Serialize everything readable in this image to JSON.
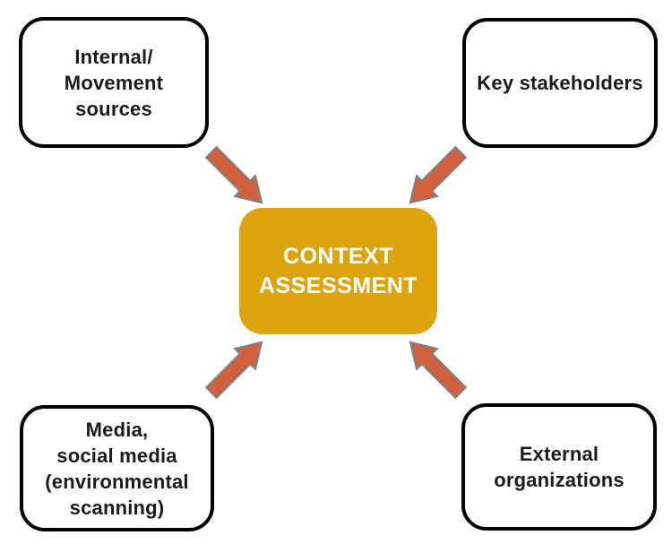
{
  "diagram_title": "Context assessment inputs diagram",
  "colors": {
    "canvas_bg": "#FFFFFF",
    "box_bg": "#FFFFFF",
    "box_border": "#000000",
    "box_text": "#1A1A1A",
    "center_bg": "#DCA40E",
    "center_text": "#FFFFFF",
    "arrow_fill": "#D2603C",
    "arrow_stroke": "#7F7F7F"
  },
  "center": {
    "label": "CONTEXT\nASSESSMENT"
  },
  "nodes": {
    "top_left": {
      "label": "Internal/\nMovement\nsources"
    },
    "top_right": {
      "label": "Key stakeholders"
    },
    "bottom_left": {
      "label": "Media,\nsocial media\n(environmental\nscanning)"
    },
    "bottom_right": {
      "label": "External\norganizations"
    }
  },
  "arrows": [
    {
      "from": "top_left",
      "to": "center",
      "direction": "down-right"
    },
    {
      "from": "top_right",
      "to": "center",
      "direction": "down-left"
    },
    {
      "from": "bottom_left",
      "to": "center",
      "direction": "up-right"
    },
    {
      "from": "bottom_right",
      "to": "center",
      "direction": "up-left"
    }
  ]
}
